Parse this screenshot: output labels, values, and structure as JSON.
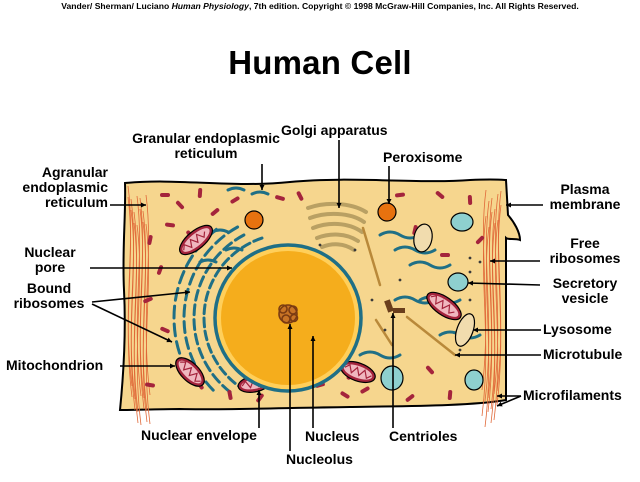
{
  "credit": {
    "authors": "Vander/ Sherman/ Luciano",
    "book": "Human Physiology",
    "rest": ", 7th edition. Copyright © 1998 McGraw-Hill Companies, Inc. All Rights Reserved."
  },
  "title": "Human Cell",
  "labels": {
    "granular_er_1": "Granular endoplasmic",
    "granular_er_2": "reticulum",
    "golgi": "Golgi apparatus",
    "peroxisome": "Peroxisome",
    "agranular_er_1": "Agranular",
    "agranular_er_2": "endoplasmic",
    "agranular_er_3": "reticulum",
    "plasma_membrane_1": "Plasma",
    "plasma_membrane_2": "membrane",
    "nuclear_pore_1": "Nuclear",
    "nuclear_pore_2": "pore",
    "free_ribosomes_1": "Free",
    "free_ribosomes_2": "ribosomes",
    "bound_ribosomes_1": "Bound",
    "bound_ribosomes_2": "ribosomes",
    "secretory_vesicle_1": "Secretory",
    "secretory_vesicle_2": "vesicle",
    "lysosome": "Lysosome",
    "microtubule": "Microtubule",
    "mitochondrion": "Mitochondrion",
    "microfilaments": "Microfilaments",
    "nuclear_envelope": "Nuclear envelope",
    "nucleus": "Nucleus",
    "centrioles": "Centrioles",
    "nucleolus": "Nucleolus"
  },
  "colors": {
    "cytoplasm": "#f6d68e",
    "nucleus": "#f5ad1c",
    "nucleus_rim": "#ffcf5a",
    "er": "#1f6f86",
    "mitochondria": "#a4243c",
    "vesicle": "#8ed0cf",
    "lysosome": "#f1dcae",
    "peroxisome": "#e7720f",
    "microfilament": "#e06838"
  }
}
